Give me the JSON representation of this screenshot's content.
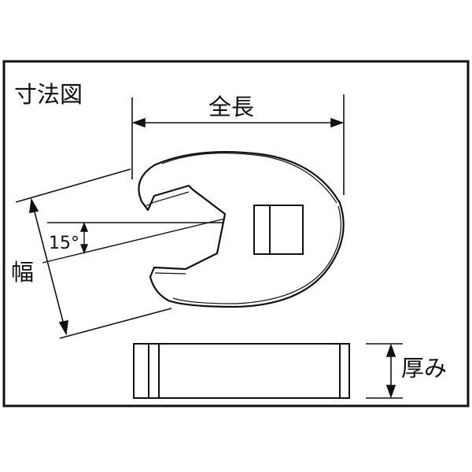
{
  "diagram": {
    "title": "寸法図",
    "labels": {
      "overall_length": "全長",
      "width": "幅",
      "thickness": "厚み",
      "angle": "15°"
    }
  }
}
